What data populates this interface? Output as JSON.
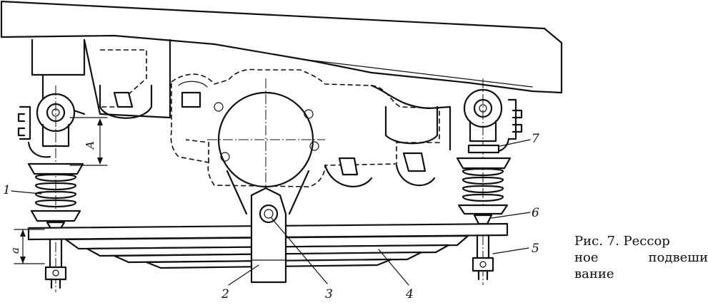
{
  "figure": {
    "caption_lines": [
      "Рис. 7. Рессор",
      "ное подвеши",
      "вание"
    ],
    "part_labels": [
      "1",
      "2",
      "3",
      "4",
      "5",
      "6",
      "7"
    ],
    "dimension_labels": [
      "A",
      "a"
    ]
  }
}
